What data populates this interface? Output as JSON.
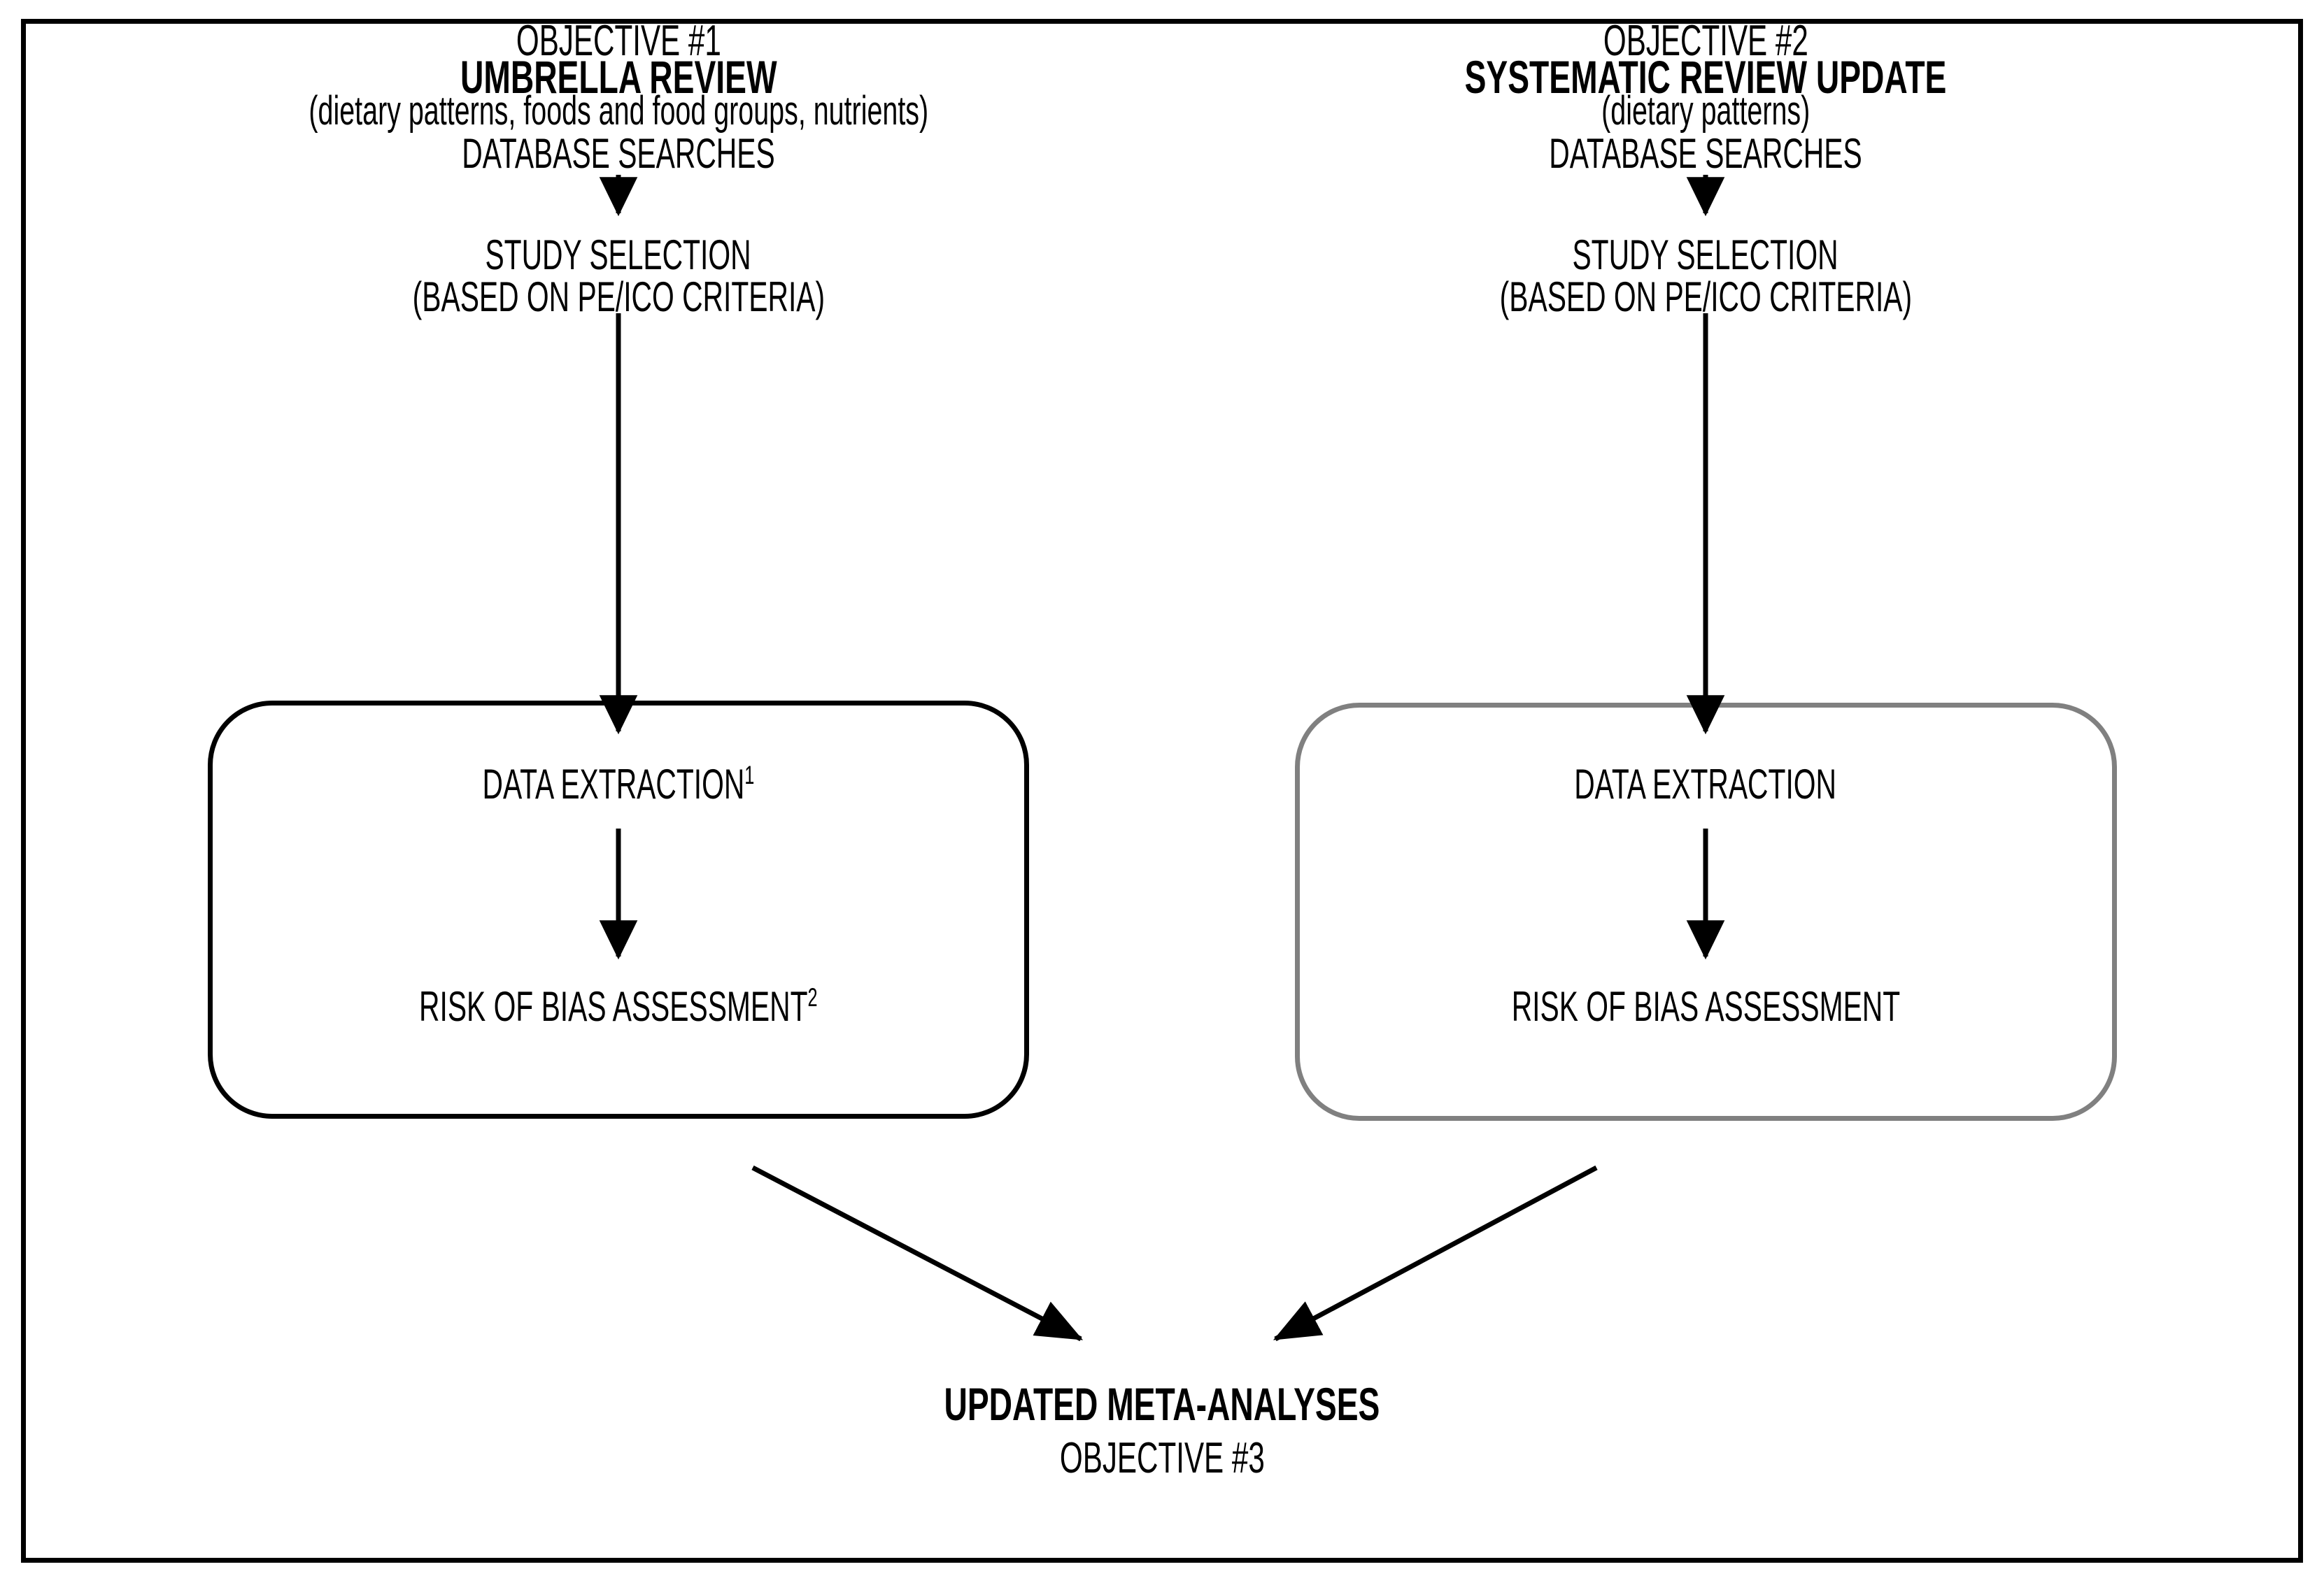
{
  "figure": {
    "border_color": "#000000",
    "accent_gray": "#808080"
  },
  "columns": [
    {
      "objective_label": "OBJECTIVE #1",
      "title": "UMBRELLA REVIEW",
      "scope": "(dietary patterns, foods and food groups, nutrients)",
      "steps": [
        {
          "label": "DATABASE SEARCHES"
        },
        {
          "label": "STUDY SELECTION"
        },
        {
          "label": "(BASED ON PE/ICO CRITERIA)"
        }
      ],
      "box": {
        "border_color": "#000000",
        "nodes": [
          {
            "label": "DATA EXTRACTION",
            "superscript": "1"
          },
          {
            "label": "RISK OF BIAS ASSESSMENT",
            "superscript": "2"
          }
        ]
      }
    },
    {
      "objective_label": "OBJECTIVE #2",
      "title": "SYSTEMATIC REVIEW UPDATE",
      "scope": "(dietary patterns)",
      "steps": [
        {
          "label": "DATABASE SEARCHES"
        },
        {
          "label": "STUDY SELECTION"
        },
        {
          "label": "(BASED ON PE/ICO CRITERIA)"
        }
      ],
      "box": {
        "border_color": "#808080",
        "nodes": [
          {
            "label": "DATA EXTRACTION",
            "superscript": ""
          },
          {
            "label": "RISK OF BIAS ASSESSMENT",
            "superscript": ""
          }
        ]
      }
    }
  ],
  "outcome": {
    "title": "UPDATED META-ANALYSES",
    "objective_label": "OBJECTIVE #3"
  }
}
